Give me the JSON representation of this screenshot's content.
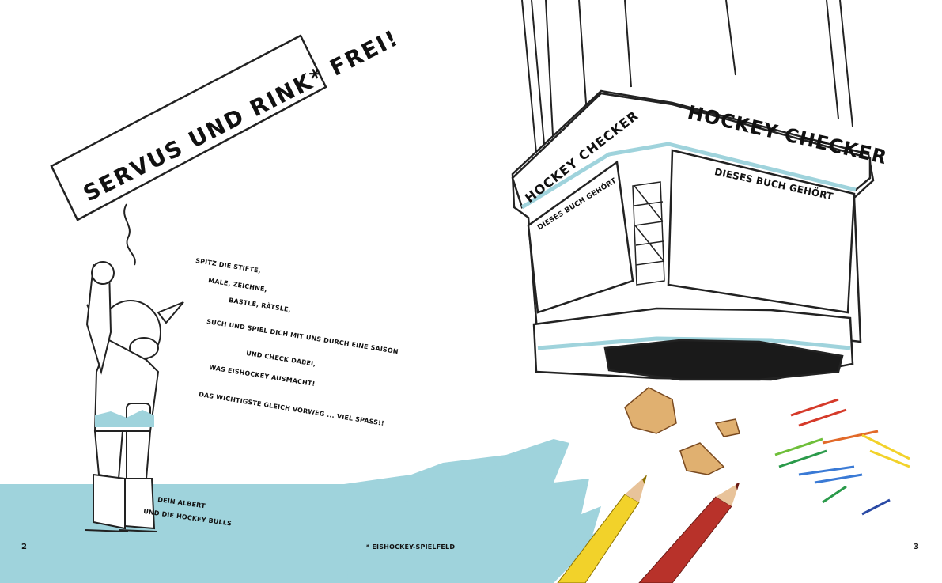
{
  "banner": {
    "text": "Servus und Rink* frei!"
  },
  "verse": {
    "lines": [
      "Spitz die Stifte,",
      "male, zeichne,",
      "bastle, rätsle,",
      "such und spiel dich mit uns durch eine Saison",
      "und check dabei,",
      "was Eishockey ausmacht!",
      "Das Wichtigste gleich vorweg ... viel Spass!!"
    ]
  },
  "signature": {
    "line1": "Dein Albert",
    "line2": "und die Hockey Bulls"
  },
  "footnote": "* Eishockey-Spielfeld",
  "pages": {
    "left": "2",
    "right": "3"
  },
  "scoreboard": {
    "title_right": "Hockey Checker",
    "title_left": "Hockey Checker",
    "owner_right": "Dieses Buch gehört",
    "owner_left": "Dieses Buch gehört"
  },
  "colors": {
    "ice_blue": "#9fd3dc",
    "pencil_yellow": "#f2d22a",
    "pencil_red": "#b8322a"
  },
  "icons": [
    "bull-mascot",
    "pencil-shavings",
    "colored-pencil"
  ]
}
